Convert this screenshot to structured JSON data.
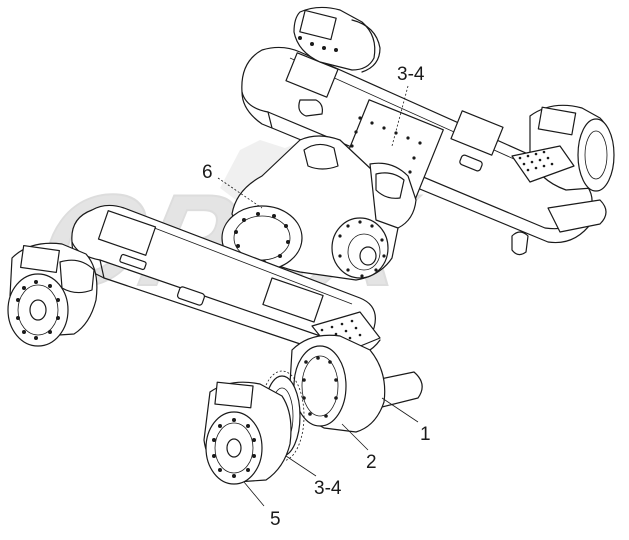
{
  "watermark": "OPEX",
  "callouts": {
    "c1": "1",
    "c2": "2",
    "c34_bottom": "3-4",
    "c34_top": "3-4",
    "c5": "5",
    "c6": "6"
  }
}
